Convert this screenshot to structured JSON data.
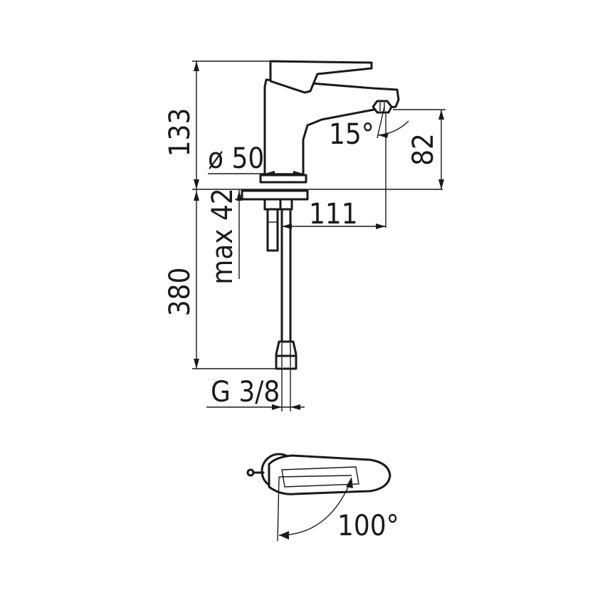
{
  "dimensions": {
    "total_height": "133",
    "spout_height": "82",
    "base_diameter": "ø 50",
    "spout_projection": "111",
    "max_deck_thickness": "max 42",
    "hose_length": "380",
    "connection_thread": "G 3/8",
    "spout_angle": "15°",
    "lever_rotation": "100°"
  }
}
